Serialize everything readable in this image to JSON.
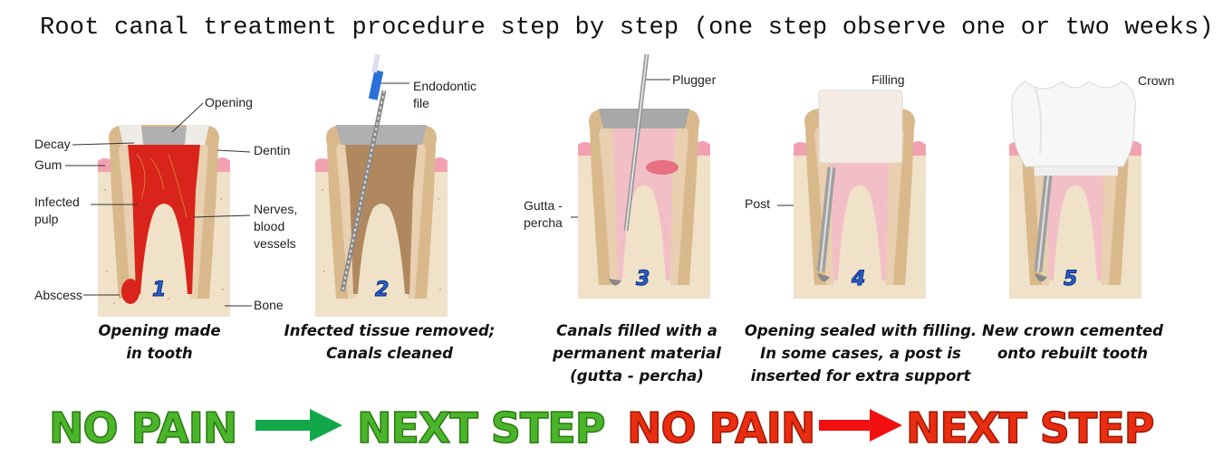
{
  "title": "Root canal treatment procedure step by step (one step observe one or two weeks)",
  "steps": [
    {
      "number": "1",
      "caption_lines": [
        "Opening made",
        "in tooth"
      ],
      "labels": {
        "opening": "Opening",
        "decay": "Decay",
        "gum": "Gum",
        "infected_pulp": [
          "Infected",
          "pulp"
        ],
        "abscess": "Abscess",
        "dentin": "Dentin",
        "nerves": [
          "Nerves,",
          "blood",
          "vessels"
        ],
        "bone": "Bone"
      }
    },
    {
      "number": "2",
      "caption_lines": [
        "Infected tissue removed;",
        "Canals cleaned"
      ],
      "labels": {
        "endodontic_file": [
          "Endodontic",
          "file"
        ]
      }
    },
    {
      "number": "3",
      "caption_lines": [
        "Canals filled with a",
        "permanent material",
        "(gutta - percha)"
      ],
      "labels": {
        "plugger": "Plugger",
        "gutta_percha": [
          "Gutta -",
          "percha"
        ]
      }
    },
    {
      "number": "4",
      "caption_lines": [
        "Opening sealed with filling.",
        "In some cases, a post is",
        "inserted for extra support"
      ],
      "labels": {
        "filling": "Filling",
        "post": "Post"
      }
    },
    {
      "number": "5",
      "caption_lines": [
        "New crown cemented",
        "onto rebuilt tooth"
      ],
      "labels": {
        "crown": "Crown"
      }
    }
  ],
  "bottom": {
    "left_from": "NO PAIN",
    "left_to": "NEXT STEP",
    "right_from": "NO PAIN",
    "right_to": "NEXT STEP"
  },
  "colors": {
    "green_text": "#4ab52a",
    "green_arrow": "#12a84a",
    "red_text": "#ea2c10",
    "red_arrow": "#f21010",
    "bone": "#efe2c8",
    "tooth": "#d9b98c",
    "pulp": "#f3bfc7",
    "gum": "#f2a1b1"
  }
}
